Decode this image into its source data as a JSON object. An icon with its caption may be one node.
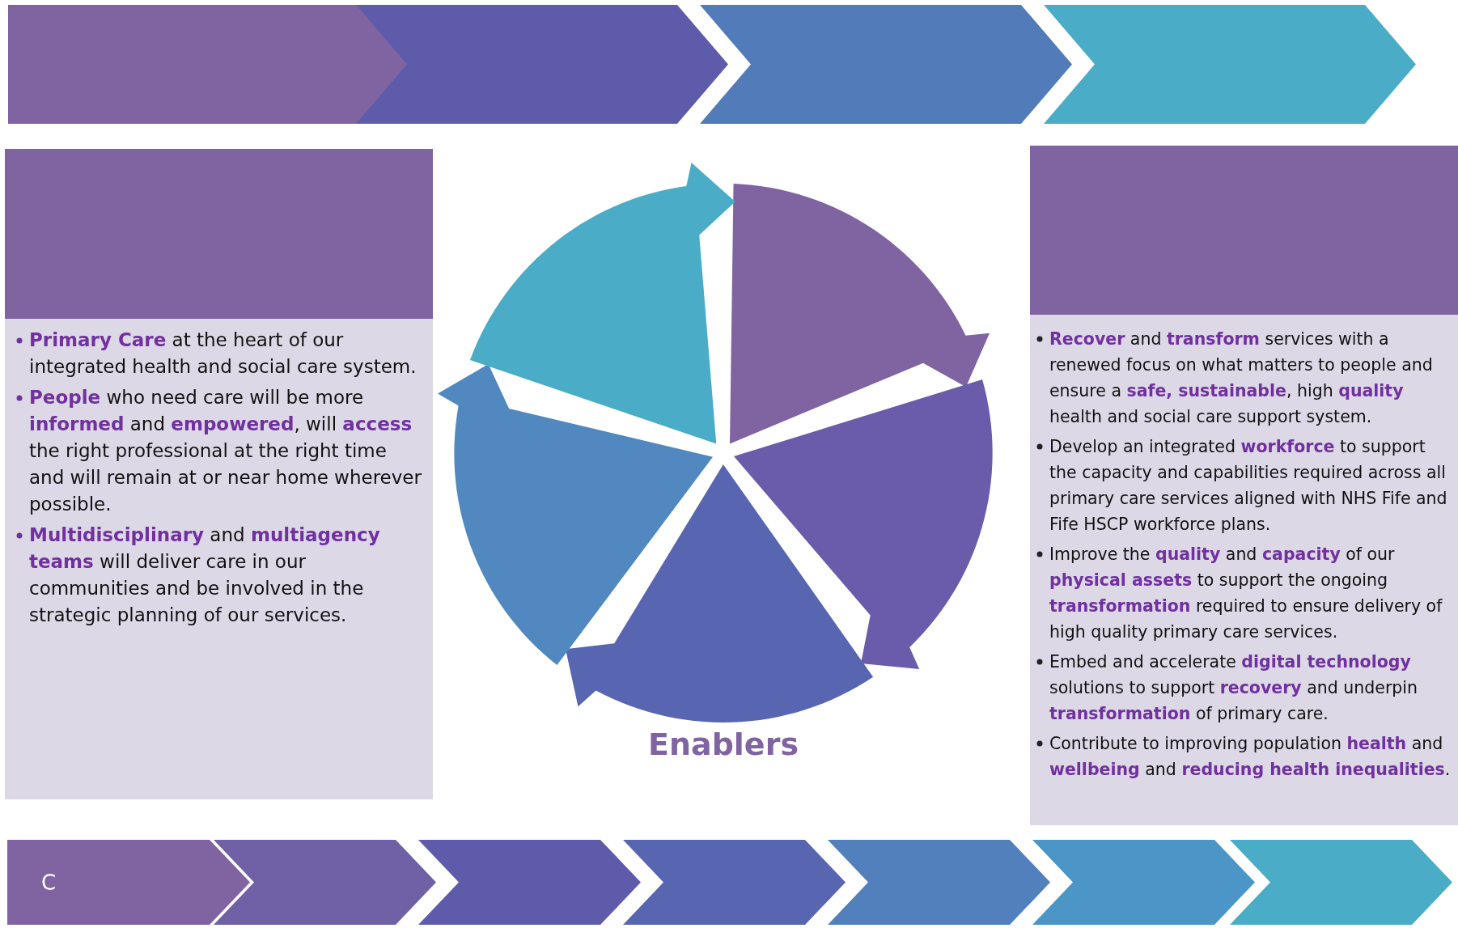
{
  "diagram": {
    "nodes": [
      {
        "text": [],
        "shape": "chevron"
      },
      {
        "text": [],
        "shape": "chevron"
      },
      {
        "text": [],
        "shape": "chevron"
      },
      {
        "text": [],
        "shape": "chevron"
      },
      {
        "text": [],
        "shape": "box"
      },
      {
        "text": [
          "**Primary Care** at the heart of our integrated health and social care system.",
          "**People** who need care will be more **informed** and **empowered**, will **access** the right professional at the right time and will remain at or near home wherever possible.",
          "**Multidisciplinary** and **multiagency teams** will deliver care in our communities and be involved in the strategic planning of our services."
        ]
      },
      {
        "text": [],
        "shape": "wedge"
      },
      {
        "text": [],
        "shape": "wedge"
      },
      {
        "text": [],
        "shape": "wedge"
      },
      {
        "text": [],
        "shape": "wedge"
      },
      {
        "text": [],
        "shape": "wedge"
      },
      {
        "text": [],
        "shape": "box"
      },
      {
        "text": [
          "**Recover** and **transform** services with a renewed focus on what matters to people and ensure a **safe, sustainable**, high **quality** health and social care support system.",
          "Develop an integrated **workforce** to support the capacity and capabilities required across all primary care services aligned with NHS Fife and Fife HSCP workforce plans.",
          "Improve the **quality** and **capacity** of our **physical assets** to support the ongoing **transformation** required to ensure delivery of high quality primary care services.",
          "Embed and accelerate **digital technology** solutions to support **recovery** and underpin **transformation** of primary care.",
          "Contribute to improving population **health** and **wellbeing** and **reducing health inequalities**."
        ]
      },
      {
        "text": [
          "C"
        ]
      },
      {
        "text": [],
        "shape": "chevron"
      },
      {
        "text": [],
        "shape": "chevron"
      },
      {
        "text": [],
        "shape": "chevron"
      },
      {
        "text": [],
        "shape": "chevron"
      },
      {
        "text": [],
        "shape": "chevron"
      },
      {
        "text": [],
        "shape": "chevron"
      }
    ],
    "labels": [
      "Enablers"
    ]
  }
}
